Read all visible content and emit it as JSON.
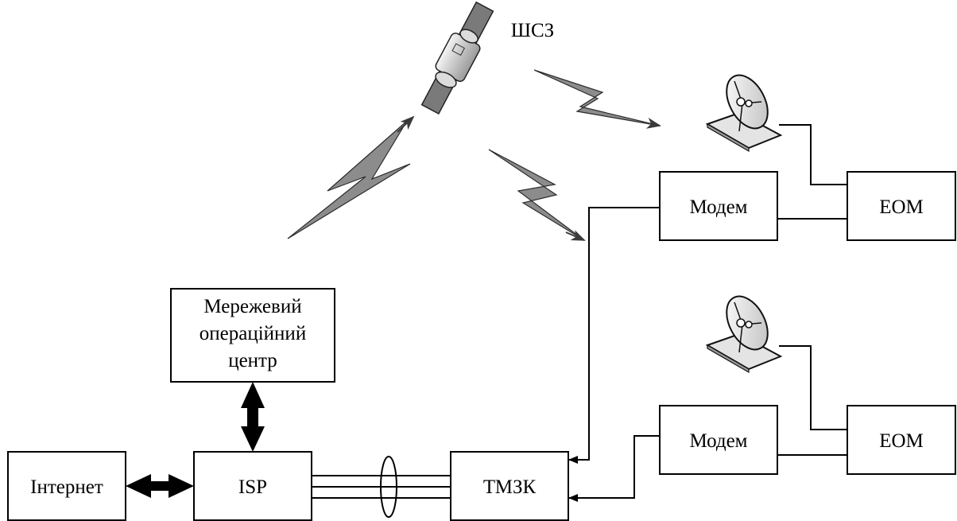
{
  "diagram": {
    "satellite_label": "ШСЗ",
    "noc_label_lines": [
      "Мережевий",
      "операційний",
      "центр"
    ],
    "internet_label": "Інтернет",
    "isp_label": "ISP",
    "tmzk_label": "ТМЗК",
    "modem_top_label": "Модем",
    "eom_top_label": "ЕОМ",
    "modem_bottom_label": "Модем",
    "eom_bottom_label": "ЕОМ"
  },
  "icons": [
    "satellite-icon",
    "dish-antenna-icon",
    "lightning-link-icon"
  ],
  "colors": {
    "line": "#000000",
    "bolt_fill": "#8c8c8c",
    "background": "#ffffff"
  }
}
